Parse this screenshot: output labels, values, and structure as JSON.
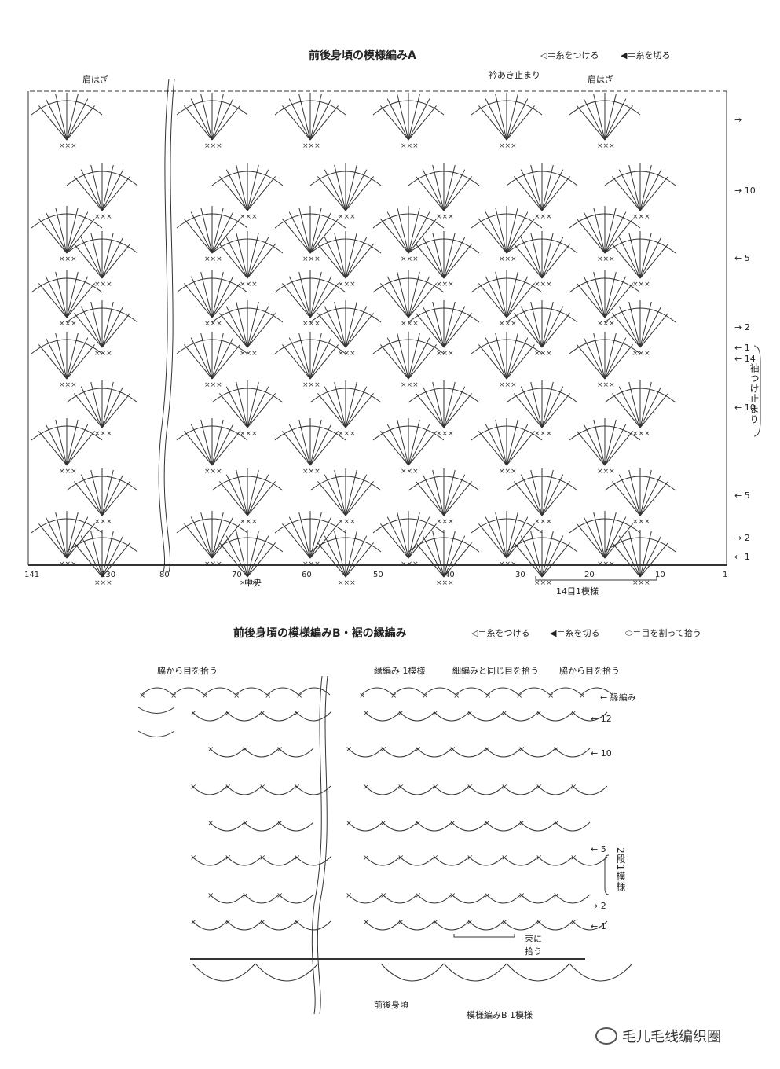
{
  "chartA": {
    "title": "前後身頃の模様編みA",
    "legend_attach": "◁＝糸をつける",
    "legend_cut": "◀＝糸を切る",
    "label_shoulder_left": "肩はぎ",
    "label_shoulder_right": "肩はぎ",
    "label_collar": "衿あき止まり",
    "label_center": "中央",
    "label_center_num": "70",
    "label_repeat": "14目1模様",
    "label_sleeve": "袖つけ止まり",
    "row_labels": [
      "→",
      "→ 10",
      "← 5",
      "→ 2",
      "← 1",
      "← 14",
      "← 10",
      "← 5",
      "→ 2",
      "← 1"
    ],
    "stitch_numbers": [
      "141",
      "130",
      "80",
      "60",
      "50",
      "40",
      "30",
      "20",
      "10",
      "1"
    ]
  },
  "chartB": {
    "title": "前後身頃の模様編みB・裾の縁編み",
    "legend_attach": "◁＝糸をつける",
    "legend_cut": "◀＝糸を切る",
    "legend_split": "⬭＝目を割って拾う",
    "label_pick_left": "脇から目を拾う",
    "label_pick_right": "脇から目を拾う",
    "label_edge_repeat": "縁編み 1模様",
    "label_same_stitch": "細編みと同じ目を拾う",
    "label_edge": "← 縁編み",
    "row_labels": [
      "← 12",
      "← 10",
      "← 5",
      "→ 2",
      "← 1"
    ],
    "label_2row": "2段1模様",
    "label_bundle": "束に拾う",
    "label_body": "前後身頃",
    "label_patternB": "模様編みB 1模様"
  },
  "watermark": "毛儿毛线编织圈"
}
